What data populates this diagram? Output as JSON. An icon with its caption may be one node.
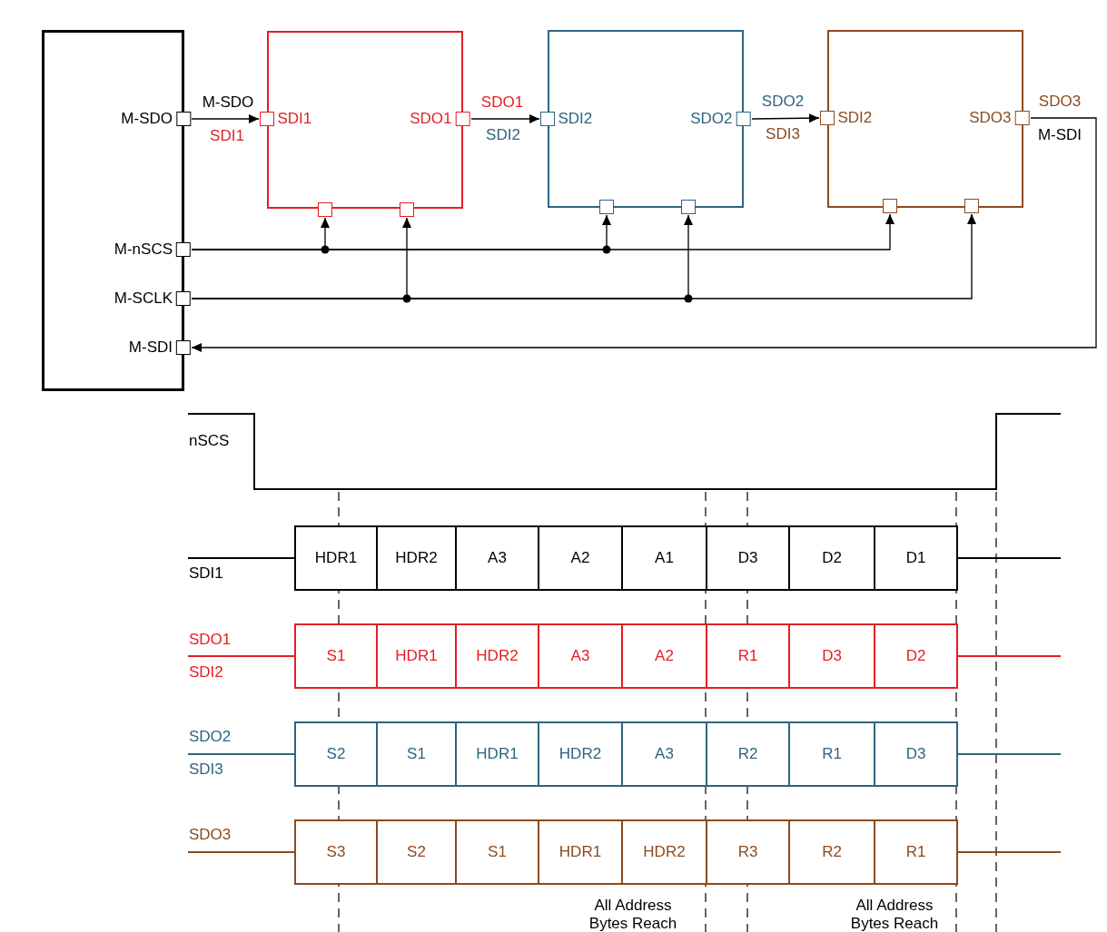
{
  "diagram": {
    "nodes": [
      {
        "text": [],
        "shape": "box"
      },
      {
        "text": [
          "M-SDO"
        ],
        "in": 0
      },
      {
        "text": [
          "M-nSCS"
        ],
        "in": 0
      },
      {
        "text": [
          "M-SCLK"
        ],
        "in": 0
      },
      {
        "text": [
          "M-SDI"
        ],
        "in": 0
      },
      {
        "text": [],
        "shape": "box"
      },
      {
        "text": [
          "SDI1"
        ],
        "in": 5
      },
      {
        "text": [
          "SDO1"
        ],
        "in": 5
      },
      {
        "text": [],
        "shape": "box",
        "in": 5
      },
      {
        "text": [],
        "shape": "box",
        "in": 5
      },
      {
        "text": [],
        "shape": "box"
      },
      {
        "text": [
          "SDI2"
        ],
        "in": 10
      },
      {
        "text": [
          "SDO2"
        ],
        "in": 10
      },
      {
        "text": [],
        "shape": "box",
        "in": 10
      },
      {
        "text": [],
        "shape": "box",
        "in": 10
      },
      {
        "text": [],
        "shape": "box"
      },
      {
        "text": [
          "SDI2"
        ],
        "in": 15
      },
      {
        "text": [
          "SDO3"
        ],
        "in": 15
      },
      {
        "text": [],
        "shape": "box",
        "in": 15
      },
      {
        "text": [],
        "shape": "box",
        "in": 15
      }
    ],
    "edges": [
      {
        "from": 1,
        "to": 6,
        "arrow": "to",
        "label": "M-SDO"
      },
      {
        "from": 7,
        "to": 11,
        "arrow": "to",
        "label": "SDO1"
      },
      {
        "from": 12,
        "to": 16,
        "arrow": "to",
        "label": "SDO2"
      },
      {
        "from": 17,
        "to": 4,
        "arrow": "to",
        "label": "SDO3"
      },
      {
        "from": 2,
        "to": 8,
        "arrow": "to"
      },
      {
        "from": 2,
        "to": 13,
        "arrow": "to"
      },
      {
        "from": 2,
        "to": 18,
        "arrow": "to"
      },
      {
        "from": 3,
        "to": 9,
        "arrow": "to"
      },
      {
        "from": 3,
        "to": 14,
        "arrow": "to"
      },
      {
        "from": 3,
        "to": 19,
        "arrow": "to"
      }
    ],
    "labels": [
      "SDI1",
      "SDI2",
      "SDI3",
      "M-SDI",
      "nSCS",
      "HDR1",
      "HDR2",
      "A3",
      "A2",
      "A1",
      "D3",
      "D2",
      "D1",
      "SDI1",
      "SDO1",
      "SDI2",
      "S1",
      "HDR1",
      "HDR2",
      "A3",
      "A2",
      "R1",
      "D3",
      "D2",
      "SDO2",
      "SDI3",
      "S2",
      "S1",
      "HDR1",
      "HDR2",
      "A3",
      "R2",
      "R1",
      "D3",
      "SDO3",
      "S3",
      "S2",
      "S1",
      "HDR1",
      "HDR2",
      "R3",
      "R2",
      "R1",
      "All Address Bytes Reach",
      "All Address Bytes Reach"
    ]
  }
}
